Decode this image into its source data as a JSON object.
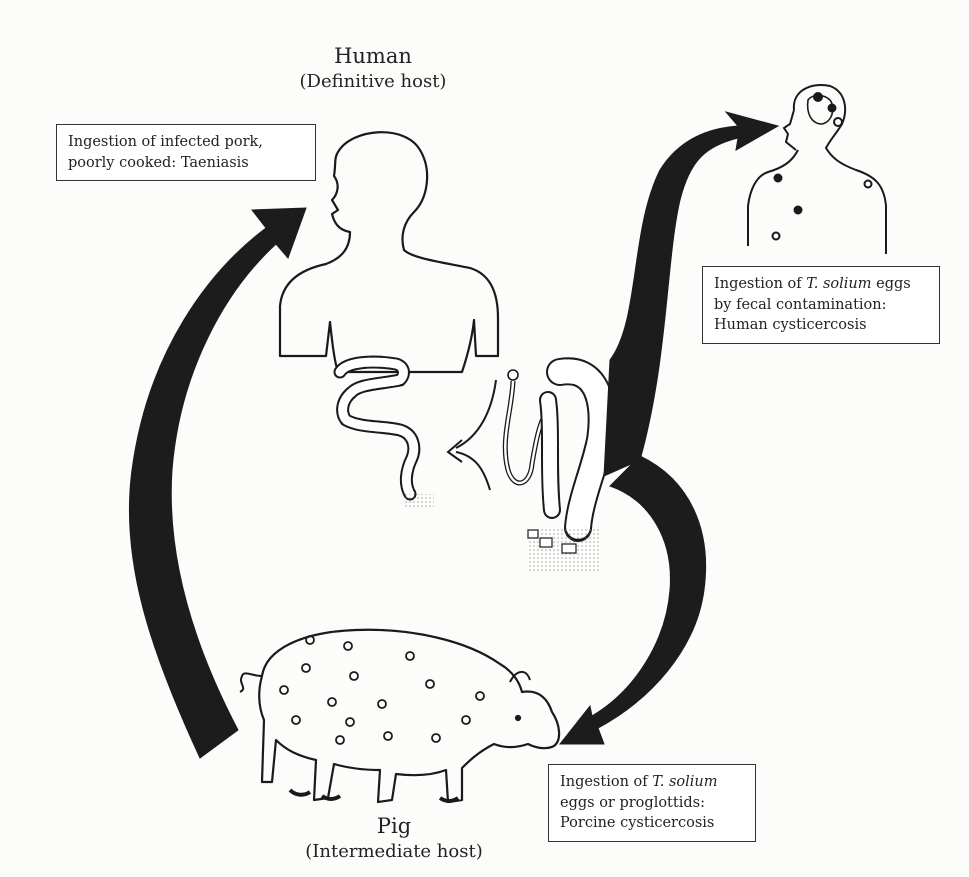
{
  "human": {
    "title": "Human",
    "subtitle": "(Definitive host)"
  },
  "pig": {
    "title": "Pig",
    "subtitle": "(Intermediate host)"
  },
  "notes": {
    "taeniasis": {
      "line1": "Ingestion of infected pork,",
      "line2": "poorly cooked: Taeniasis"
    },
    "human_cysticercosis": {
      "line1_pre": "Ingestion of ",
      "species": "T. solium",
      "line1_post": " eggs",
      "line2": "by fecal contamination:",
      "line3": "Human cysticercosis"
    },
    "porcine_cysticercosis": {
      "line1_pre": "Ingestion of ",
      "species": "T. solium",
      "line2": "eggs or proglottids:",
      "line3": "Porcine cysticercosis"
    }
  },
  "colors": {
    "ink": "#1a1a1a",
    "arrow": "#1c1c1c",
    "paper": "#fcfcfa"
  }
}
